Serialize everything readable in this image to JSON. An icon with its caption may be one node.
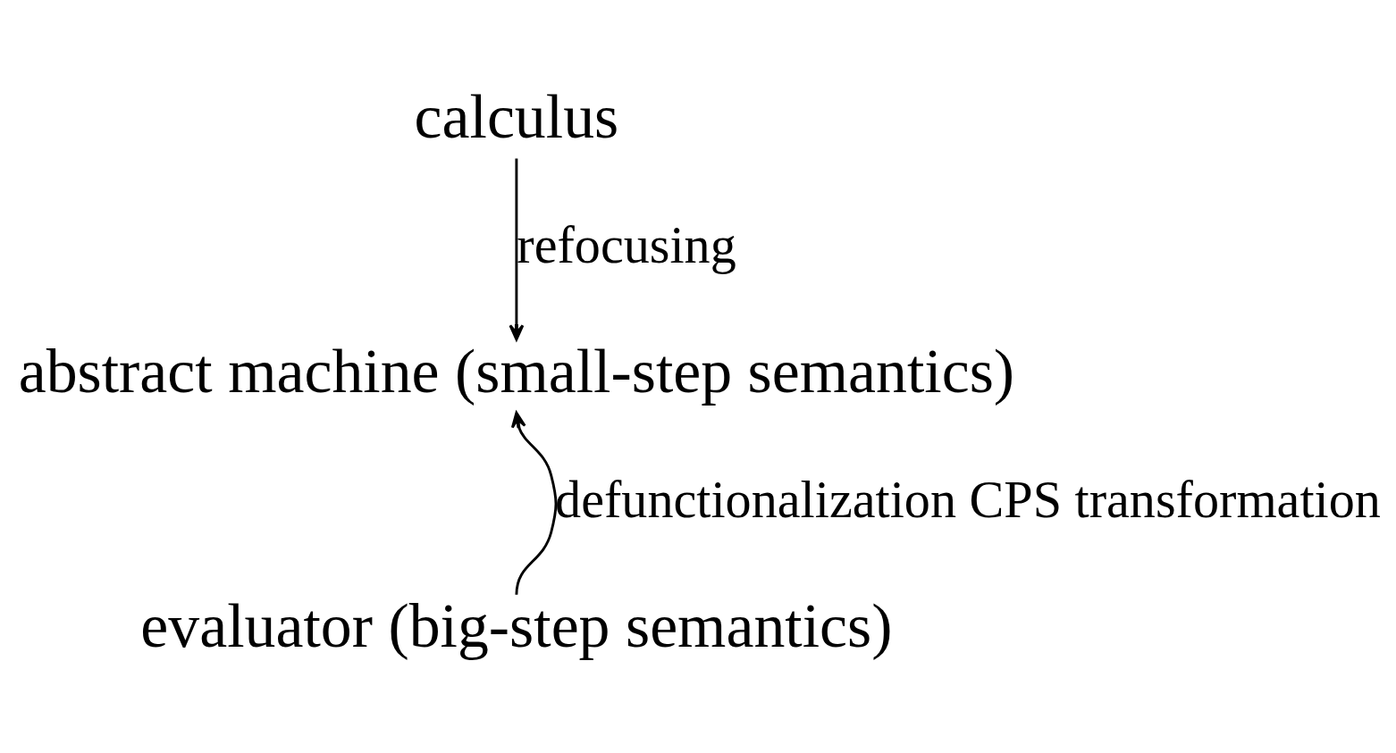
{
  "diagram": {
    "nodes": [
      {
        "text": [
          "calculus"
        ]
      },
      {
        "text": [
          "abstract machine (small-step semantics)"
        ]
      },
      {
        "text": [
          "evaluator (big-step semantics)"
        ]
      }
    ],
    "edges": [
      {
        "from": 0,
        "to": 1,
        "arrow": "to",
        "label": "refocusing"
      },
      {
        "from": 2,
        "to": 1,
        "arrow": "to",
        "label": "defunctionalization CPS transformation"
      }
    ]
  }
}
